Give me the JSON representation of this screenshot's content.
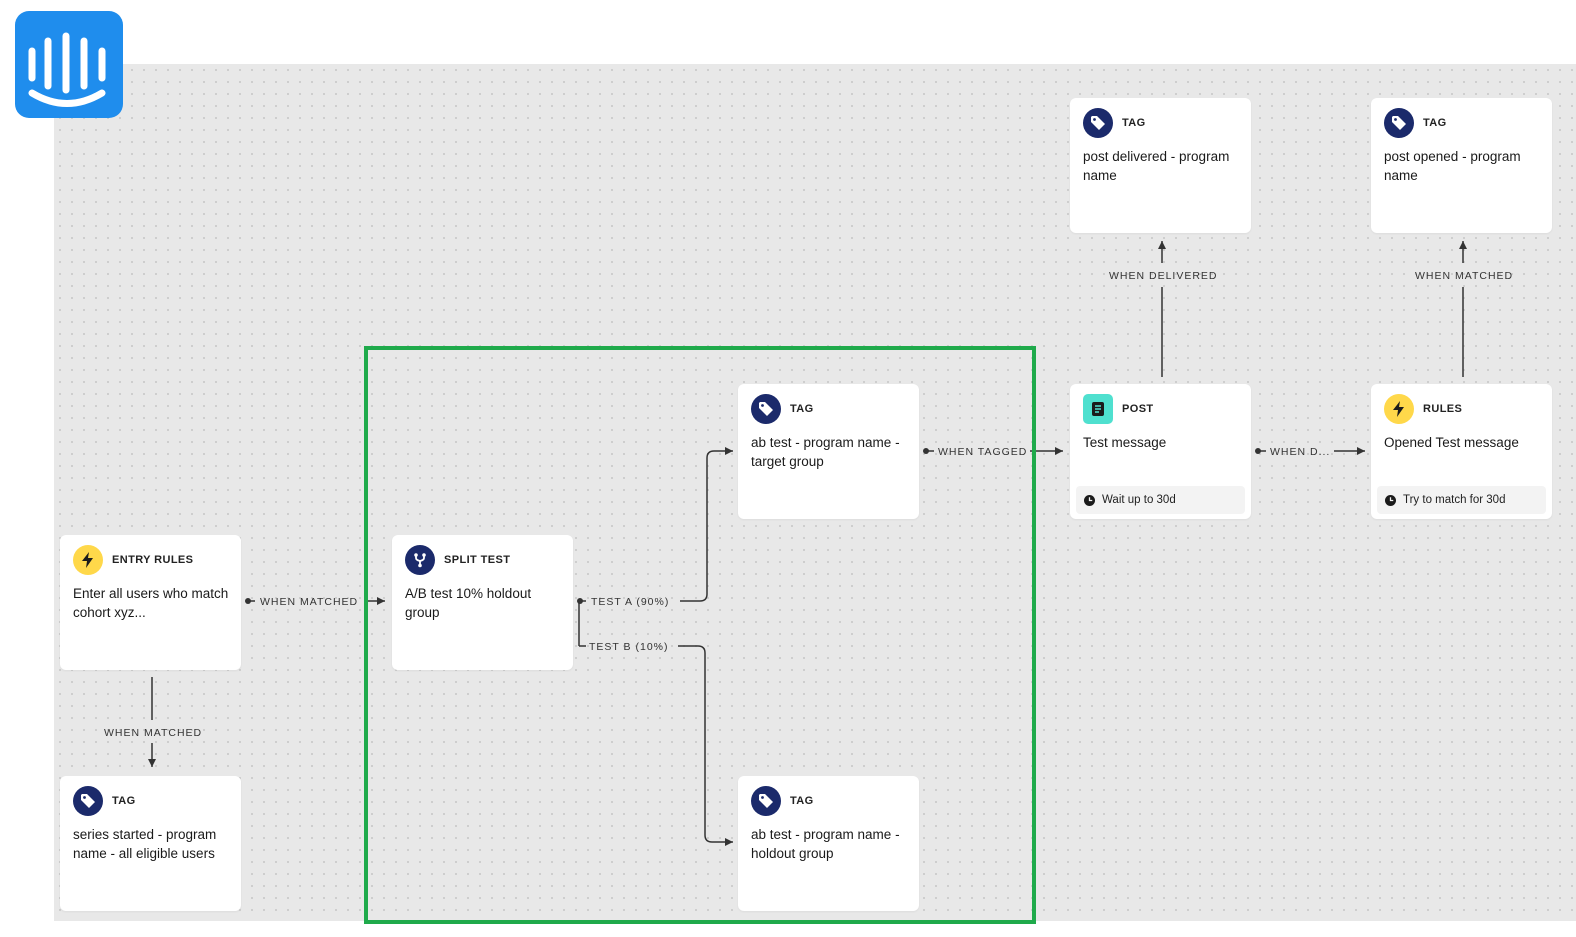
{
  "brand": {
    "logo_icon": "intercom-logo-icon",
    "color": "#1f8ded"
  },
  "highlight_color": "#1faa4b",
  "nodes": {
    "entry_rules": {
      "type": "ENTRY RULES",
      "title": "Enter all users who match cohort xyz...",
      "icon": "lightning-icon"
    },
    "split_test": {
      "type": "SPLIT TEST",
      "title": "A/B test 10% holdout group",
      "icon": "split-icon"
    },
    "tag_series_started": {
      "type": "TAG",
      "title": "series started - program name - all eligible users",
      "icon": "tag-icon"
    },
    "tag_target_group": {
      "type": "TAG",
      "title": "ab test - program name - target group",
      "icon": "tag-icon"
    },
    "tag_holdout_group": {
      "type": "TAG",
      "title": "ab test - program name - holdout group",
      "icon": "tag-icon"
    },
    "post": {
      "type": "POST",
      "title": "Test message",
      "footer": "Wait up to 30d",
      "icon": "post-icon"
    },
    "rules": {
      "type": "RULES",
      "title": "Opened Test message",
      "footer": "Try to match for 30d",
      "icon": "lightning-icon"
    },
    "tag_post_delivered": {
      "type": "TAG",
      "title": "post delivered - program name",
      "icon": "tag-icon"
    },
    "tag_post_opened": {
      "type": "TAG",
      "title": "post opened - program name",
      "icon": "tag-icon"
    }
  },
  "edges": {
    "when_matched_right": "WHEN MATCHED",
    "when_matched_down": "WHEN MATCHED",
    "test_a": "TEST A (90%)",
    "test_b": "TEST B (10%)",
    "when_tagged": "WHEN TAGGED",
    "when_d": "WHEN D...",
    "when_delivered": "WHEN DELIVERED",
    "when_matched_up": "WHEN MATCHED"
  }
}
